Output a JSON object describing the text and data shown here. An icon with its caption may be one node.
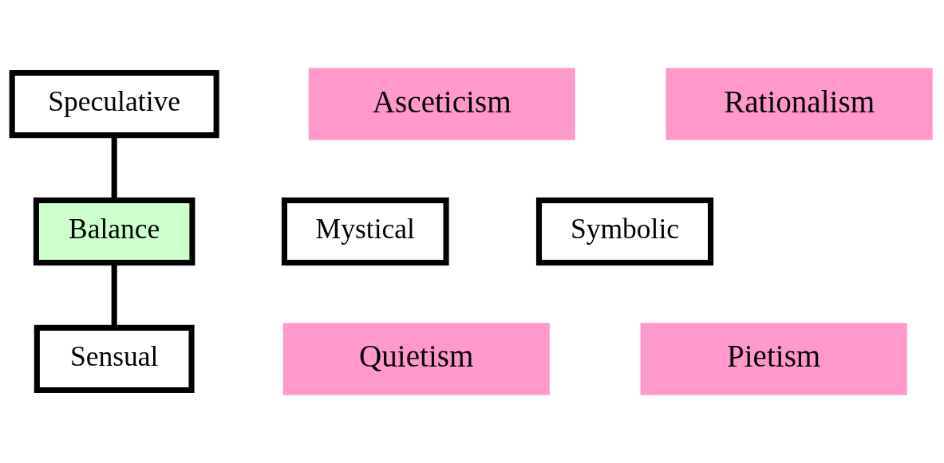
{
  "diagram": {
    "nodes": [
      {
        "text": [
          "Speculative"
        ]
      },
      {
        "text": [
          "Asceticism"
        ]
      },
      {
        "text": [
          "Rationalism"
        ]
      },
      {
        "text": [
          "Mystical"
        ]
      },
      {
        "text": [
          "Balance"
        ]
      },
      {
        "text": [
          "Symbolic"
        ]
      },
      {
        "text": [
          "Quietism"
        ]
      },
      {
        "text": [
          "Pietism"
        ]
      },
      {
        "text": [
          "Sensual"
        ]
      }
    ],
    "edges": [
      {
        "from": 0,
        "to": 4,
        "arrow": "none"
      },
      {
        "from": 4,
        "to": 8,
        "arrow": "none"
      }
    ]
  }
}
